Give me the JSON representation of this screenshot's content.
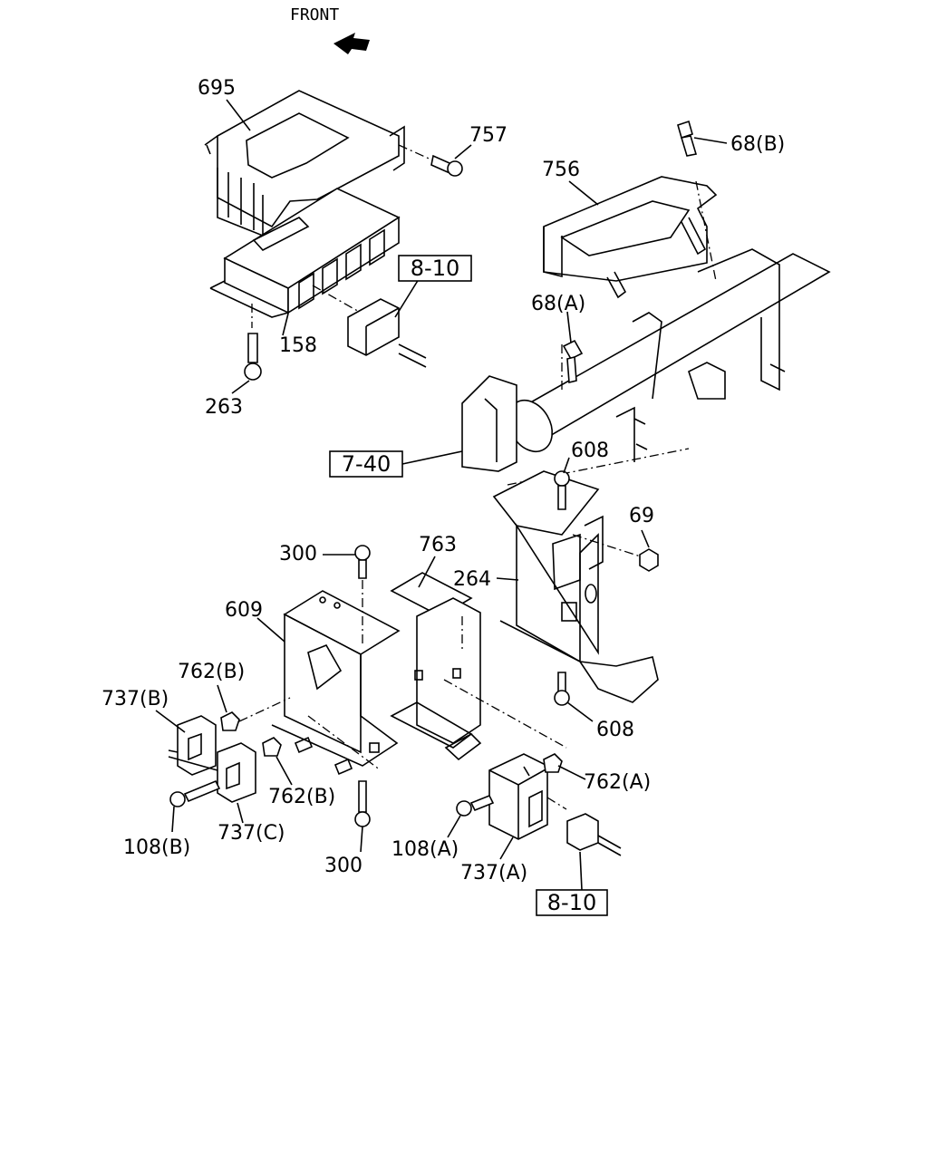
{
  "header": {
    "front_label": "FRONT"
  },
  "refs": {
    "ref_8_10_top": "8-10",
    "ref_7_40": "7-40",
    "ref_8_10_bottom": "8-10"
  },
  "labels": {
    "p695": "695",
    "p757": "757",
    "p68b": "68(B)",
    "p756": "756",
    "p68a": "68(A)",
    "p158": "158",
    "p263": "263",
    "p608_top": "608",
    "p69": "69",
    "p264": "264",
    "p763": "763",
    "p300_top": "300",
    "p609": "609",
    "p762b_top": "762(B)",
    "p737b": "737(B)",
    "p608_bottom": "608",
    "p762b_bottom": "762(B)",
    "p762a": "762(A)",
    "p108b": "108(B)",
    "p737c": "737(C)",
    "p300_bottom": "300",
    "p108a": "108(A)",
    "p737a": "737(A)"
  }
}
